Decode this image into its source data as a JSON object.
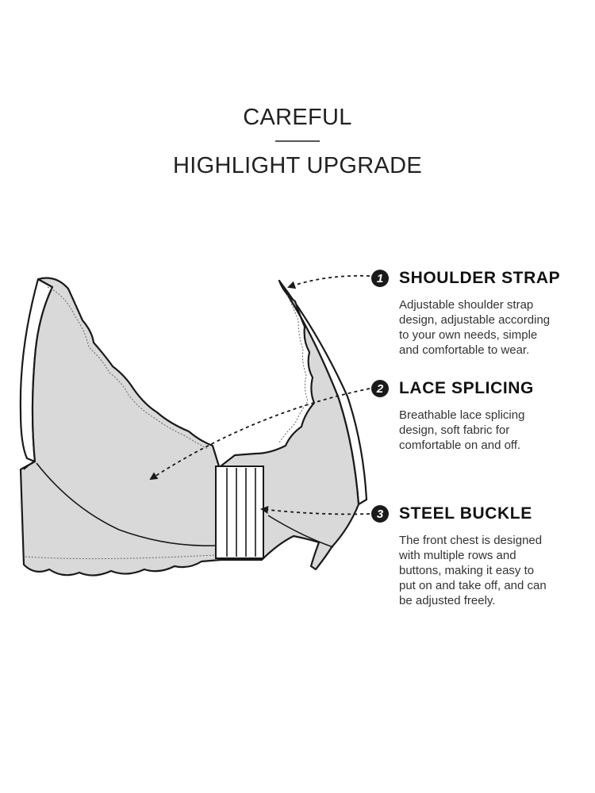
{
  "header": {
    "title": "CAREFUL",
    "subtitle": "HIGHLIGHT UPGRADE"
  },
  "features": [
    {
      "number": "1",
      "title": "SHOULDER STRAP",
      "description": "Adjustable shoulder strap\ndesign, adjustable according\nto your own needs, simple\nand comfortable to wear."
    },
    {
      "number": "2",
      "title": "LACE SPLICING",
      "description": "Breathable lace splicing\ndesign, soft fabric for\ncomfortable on and off."
    },
    {
      "number": "3",
      "title": "STEEL BUCKLE",
      "description": "The front chest is designed\nwith multiple rows and\nbuttons, making it easy to\nput on and take off, and can\nbe adjusted freely."
    }
  ],
  "colors": {
    "garment_fill": "#d9d9d9",
    "outline": "#1a1a1a",
    "badge": "#1a1a1a",
    "background": "#ffffff"
  }
}
